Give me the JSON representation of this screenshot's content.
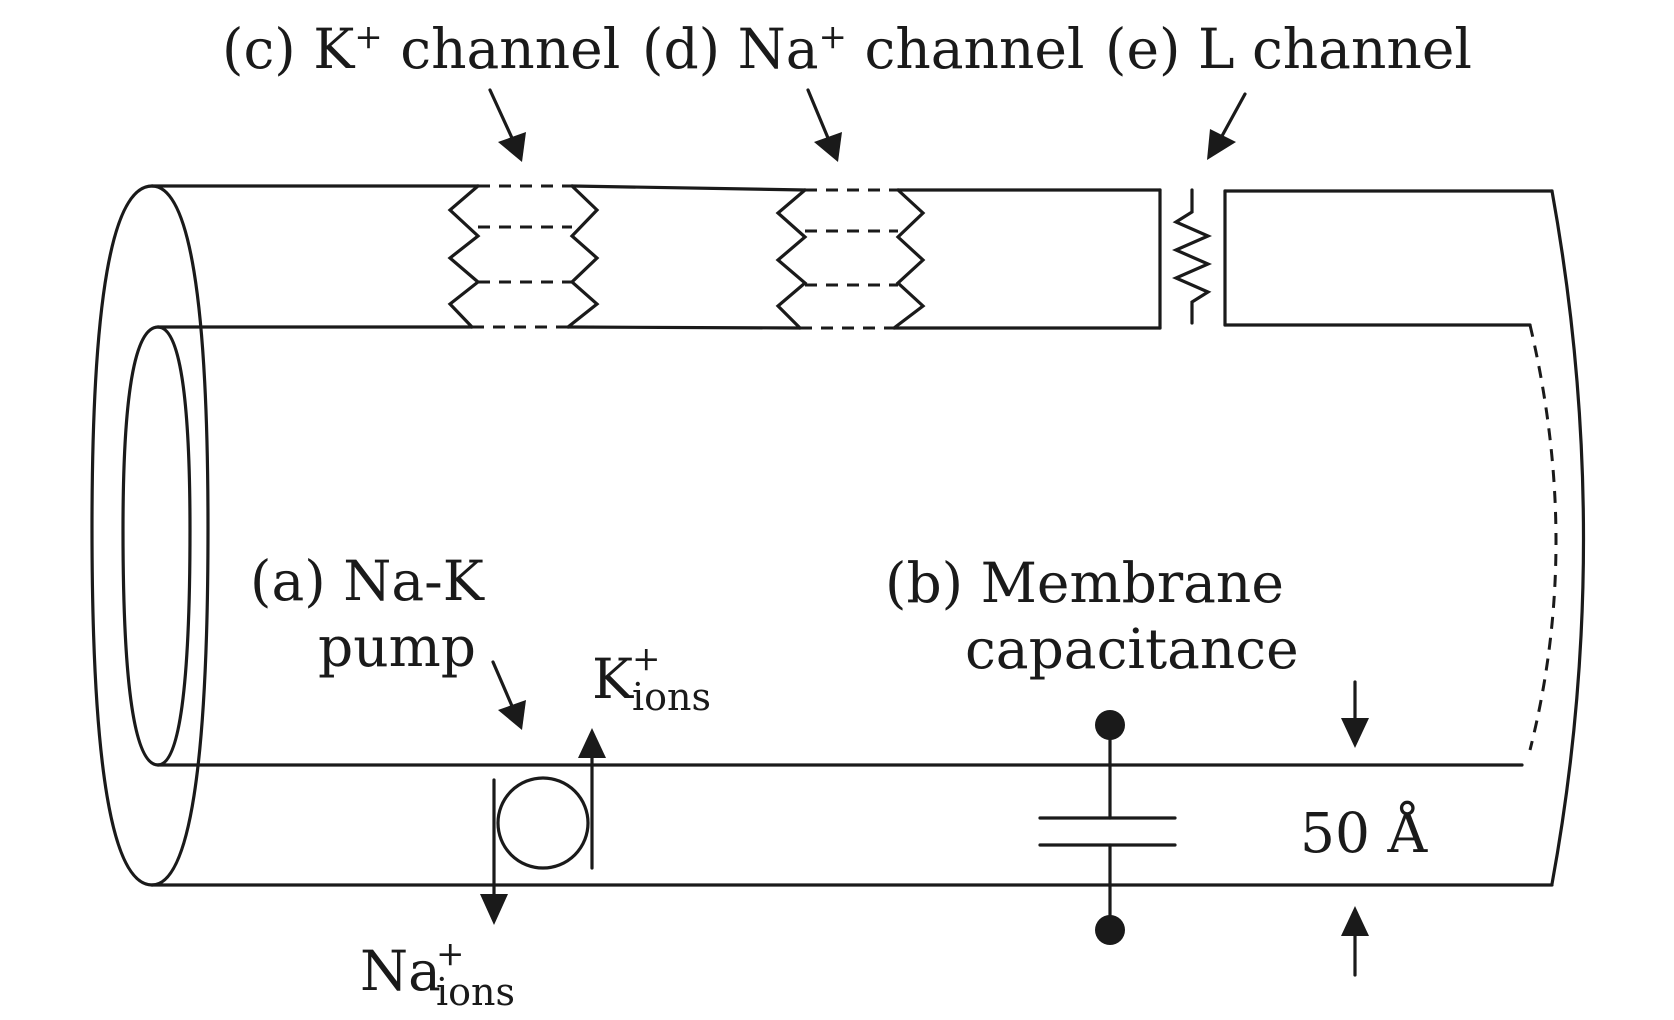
{
  "labels": {
    "k_channel_prefix": "(c)",
    "k_channel_ion": "K",
    "k_channel_charge": "+",
    "k_channel_word": "channel",
    "na_channel_prefix": "(d)",
    "na_channel_ion": "Na",
    "na_channel_charge": "+",
    "na_channel_word": "channel",
    "l_channel_prefix": "(e)",
    "l_channel_word": "L channel",
    "pump_prefix": "(a)",
    "pump_line1": "Na-K",
    "pump_line2": "pump",
    "k_ions_ion": "K",
    "k_ions_charge": "+",
    "k_ions_sub": "ions",
    "na_ions_ion": "Na",
    "na_ions_charge": "+",
    "na_ions_sub": "ions",
    "capacitance_prefix": "(b)",
    "capacitance_line1": "Membrane",
    "capacitance_line2": "capacitance",
    "thickness": "50 Å"
  },
  "colors": {
    "line": "#1a1a1a",
    "background": "#ffffff"
  }
}
